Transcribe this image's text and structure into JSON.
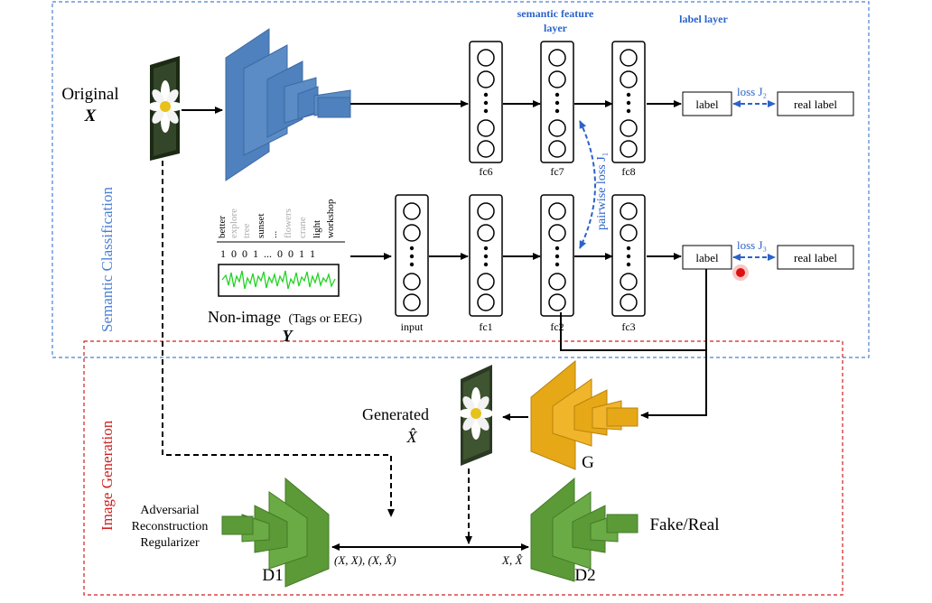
{
  "regions": {
    "semantic_classification": "Semantic Classification",
    "image_generation": "Image Generation"
  },
  "headers": {
    "semantic_feature_layer_line1": "semantic feature",
    "semantic_feature_layer_line2": "layer",
    "label_layer": "label layer"
  },
  "inputs": {
    "original_label": "Original",
    "original_symbol": "X",
    "nonimage_label": "Non-image",
    "nonimage_paren": "(Tags or EEG)",
    "nonimage_symbol": "Y"
  },
  "tags": {
    "words": [
      "better",
      "explore",
      "tree",
      "sunset",
      "...",
      "flowers",
      "crane",
      "light",
      "workshop"
    ],
    "bits": "1  0  0  1  ...  0  0  1  1"
  },
  "image_layers": {
    "fc6": "fc6",
    "fc7": "fc7",
    "fc8": "fc8"
  },
  "nonimage_layers": {
    "input": "input",
    "fc1": "fc1",
    "fc2": "fc2",
    "fc3": "fc3"
  },
  "outputs": {
    "label_top": "label",
    "real_label_top": "real label",
    "label_bottom": "label",
    "real_label_bottom": "real label",
    "loss_j2": "loss J₂",
    "loss_j3": "loss J₃",
    "pairwise_loss": "pairwise loss J₁"
  },
  "generation": {
    "generated_label": "Generated",
    "generated_symbol": "X̂",
    "g_label": "G",
    "d1_label": "D1",
    "d2_label": "D2",
    "d1_caption_line1": "Adversarial",
    "d1_caption_line2": "Reconstruction",
    "d1_caption_line3": "Regularizer",
    "d1_pairs": "(X, X), (X, X̂)",
    "d2_pairs": "X, X̂",
    "fake_real": "Fake/Real"
  },
  "colors": {
    "semantic_border": "#4a7fd4",
    "generation_border": "#d02020",
    "cnn_blue": "#4e81bd",
    "generator_gold": "#e6a817",
    "discriminator_green": "#5b9a37",
    "loss_blue": "#2b63c9",
    "eeg_green": "#22d322",
    "pointer_red": "#e01010"
  }
}
